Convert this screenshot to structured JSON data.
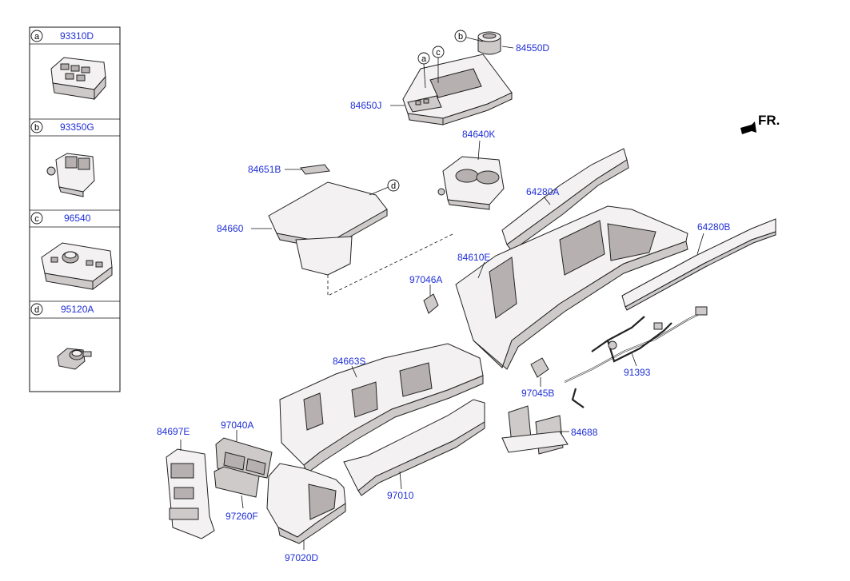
{
  "legend": [
    {
      "key": "a",
      "part": "93310D",
      "icon": "switch-panel-icon"
    },
    {
      "key": "b",
      "part": "93350G",
      "icon": "switch-block-icon"
    },
    {
      "key": "c",
      "part": "96540",
      "icon": "control-knob-icon"
    },
    {
      "key": "d",
      "part": "95120A",
      "icon": "connector-icon"
    }
  ],
  "direction": "FR.",
  "callouts": {
    "c_a": "a",
    "c_b": "b",
    "c_c": "c",
    "c_d": "d"
  },
  "parts": {
    "p84550D": "84550D",
    "p84650J": "84650J",
    "p84640K": "84640K",
    "p84651B": "84651B",
    "p84660": "84660",
    "p64280A": "64280A",
    "p64280B": "64280B",
    "p84610E": "84610E",
    "p97046A": "97046A",
    "p84663S": "84663S",
    "p91393": "91393",
    "p97045B": "97045B",
    "p84697E": "84697E",
    "p97040A": "97040A",
    "p84688": "84688",
    "p97010": "97010",
    "p97260F": "97260F",
    "p97020D": "97020D"
  }
}
